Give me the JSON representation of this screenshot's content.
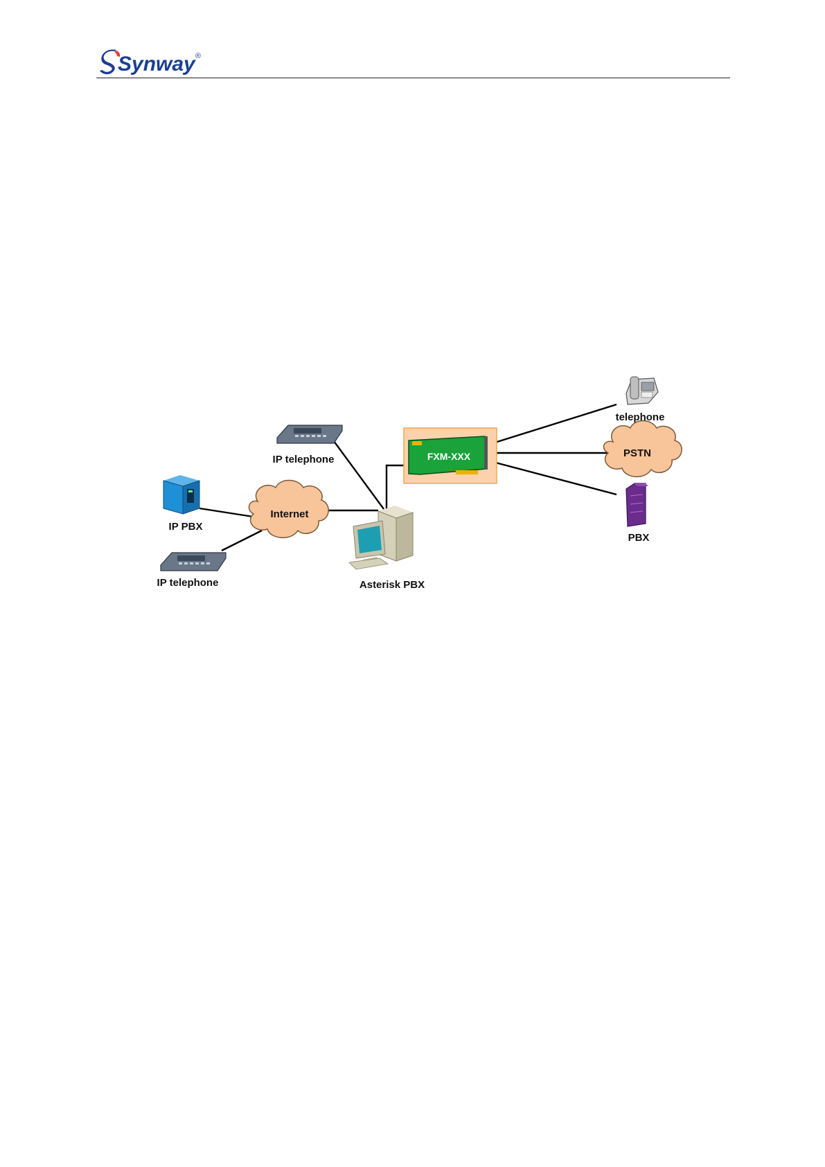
{
  "header": {
    "brand": "Synway",
    "brand_mark": "®"
  },
  "diagram": {
    "nodes": {
      "telephone": "telephone",
      "pstn": "PSTN",
      "pbx": "PBX",
      "card": "FXM-XXX",
      "ip_telephone_top": "IP telephone",
      "ip_pbx": "IP PBX",
      "internet": "Internet",
      "ip_telephone_bottom": "IP telephone",
      "asterisk_pbx": "Asterisk PBX"
    },
    "colors": {
      "cloud_fill": "#f8c49a",
      "card_highlight": "#fbd2ab",
      "card_green": "#1aa33a",
      "ip_pbx_blue": "#1f8fd6",
      "pbx_purple": "#6b2c8e",
      "line": "#000000"
    }
  }
}
